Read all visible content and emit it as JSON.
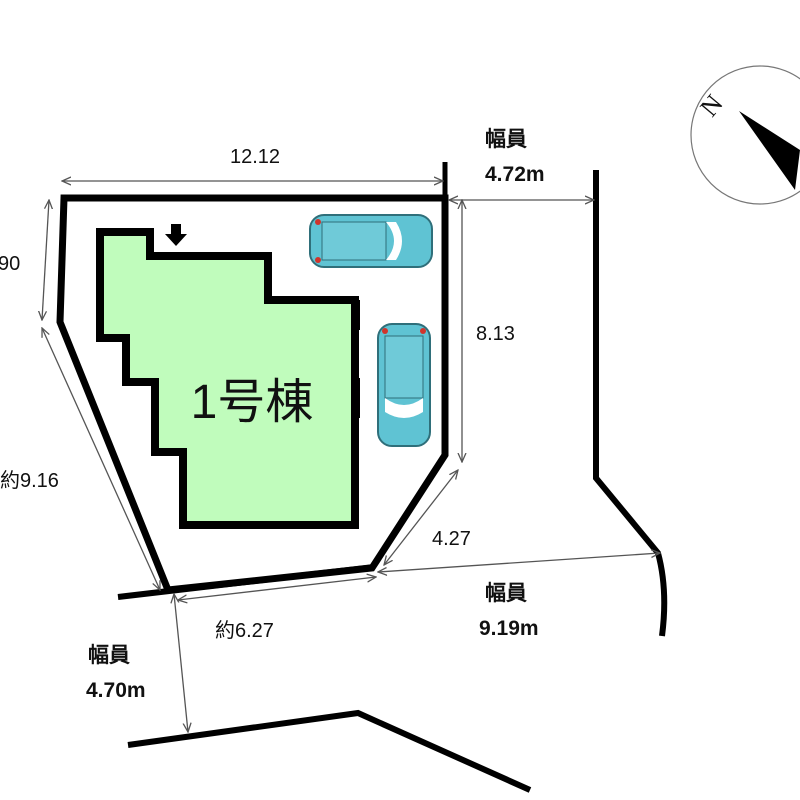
{
  "building": {
    "label": "1号棟",
    "fill": "#c0fcbc"
  },
  "dimensions": {
    "top": "12.12",
    "left_top": "90",
    "right": "8.13",
    "left_diagonal": "約9.16",
    "corner": "4.27",
    "bottom": "約6.27"
  },
  "roads": [
    {
      "label": "幅員",
      "width": "4.72m"
    },
    {
      "label": "幅員",
      "width": "9.19m"
    },
    {
      "label": "幅員",
      "width": "4.70m"
    }
  ],
  "compass": {
    "label": "N"
  },
  "colors": {
    "car": "#5fc3d3",
    "car_lights": "#d0342c",
    "outline": "#000000"
  }
}
